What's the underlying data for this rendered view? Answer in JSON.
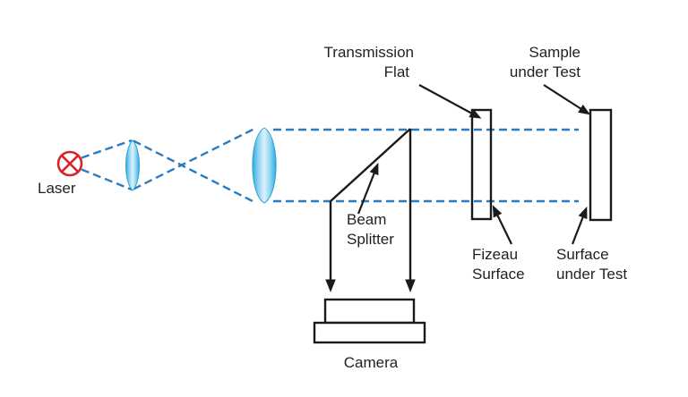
{
  "labels": {
    "laser": "Laser",
    "transmission_flat": {
      "line1": "Transmission",
      "line2": "Flat"
    },
    "sample_under_test": {
      "line1": "Sample",
      "line2": "under Test"
    },
    "beam_splitter": {
      "line1": "Beam",
      "line2": "Splitter"
    },
    "fizeau_surface": {
      "line1": "Fizeau",
      "line2": "Surface"
    },
    "surface_under_test": {
      "line1": "Surface",
      "line2": "under Test"
    },
    "camera": "Camera"
  },
  "icons": {
    "laser_source": "crossed-circle-icon",
    "small_lens": "condenser-lens-icon",
    "large_lens": "collimating-lens-icon",
    "arrowhead": "filled-triangle"
  },
  "colors": {
    "background": "#FFFFFF",
    "beam_blue": "#2A7CC0",
    "laser_red": "#D8232A",
    "outline_black": "#1A1A1A",
    "lens_edge": "#2FA9E0",
    "lens_center": "#DCF2FB",
    "text": "#231F20"
  }
}
